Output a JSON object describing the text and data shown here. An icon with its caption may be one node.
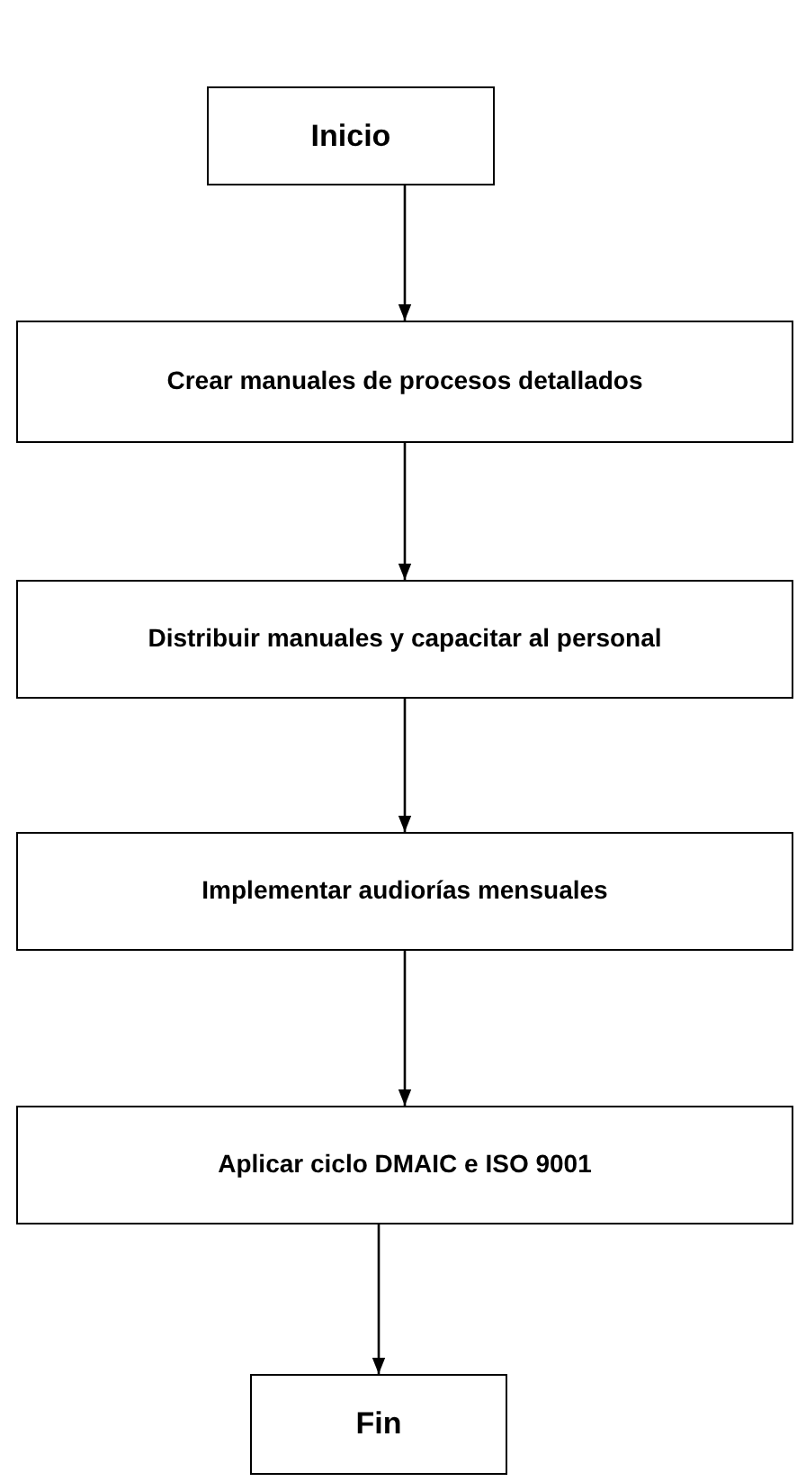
{
  "diagram": {
    "nodes": [
      {
        "text": [
          "Inicio"
        ]
      },
      {
        "text": [
          "Crear manuales de procesos detallados"
        ]
      },
      {
        "text": [
          "Distribuir manuales y capacitar al personal"
        ]
      },
      {
        "text": [
          "Implementar audiorías mensuales"
        ]
      },
      {
        "text": [
          "Aplicar ciclo DMAIC e ISO 9001"
        ]
      },
      {
        "text": [
          "Fin"
        ]
      }
    ],
    "edges": [
      {
        "from": 0,
        "to": 1,
        "arrow": "to"
      },
      {
        "from": 1,
        "to": 2,
        "arrow": "to"
      },
      {
        "from": 2,
        "to": 3,
        "arrow": "to"
      },
      {
        "from": 3,
        "to": 4,
        "arrow": "to"
      },
      {
        "from": 4,
        "to": 5,
        "arrow": "to"
      }
    ]
  }
}
